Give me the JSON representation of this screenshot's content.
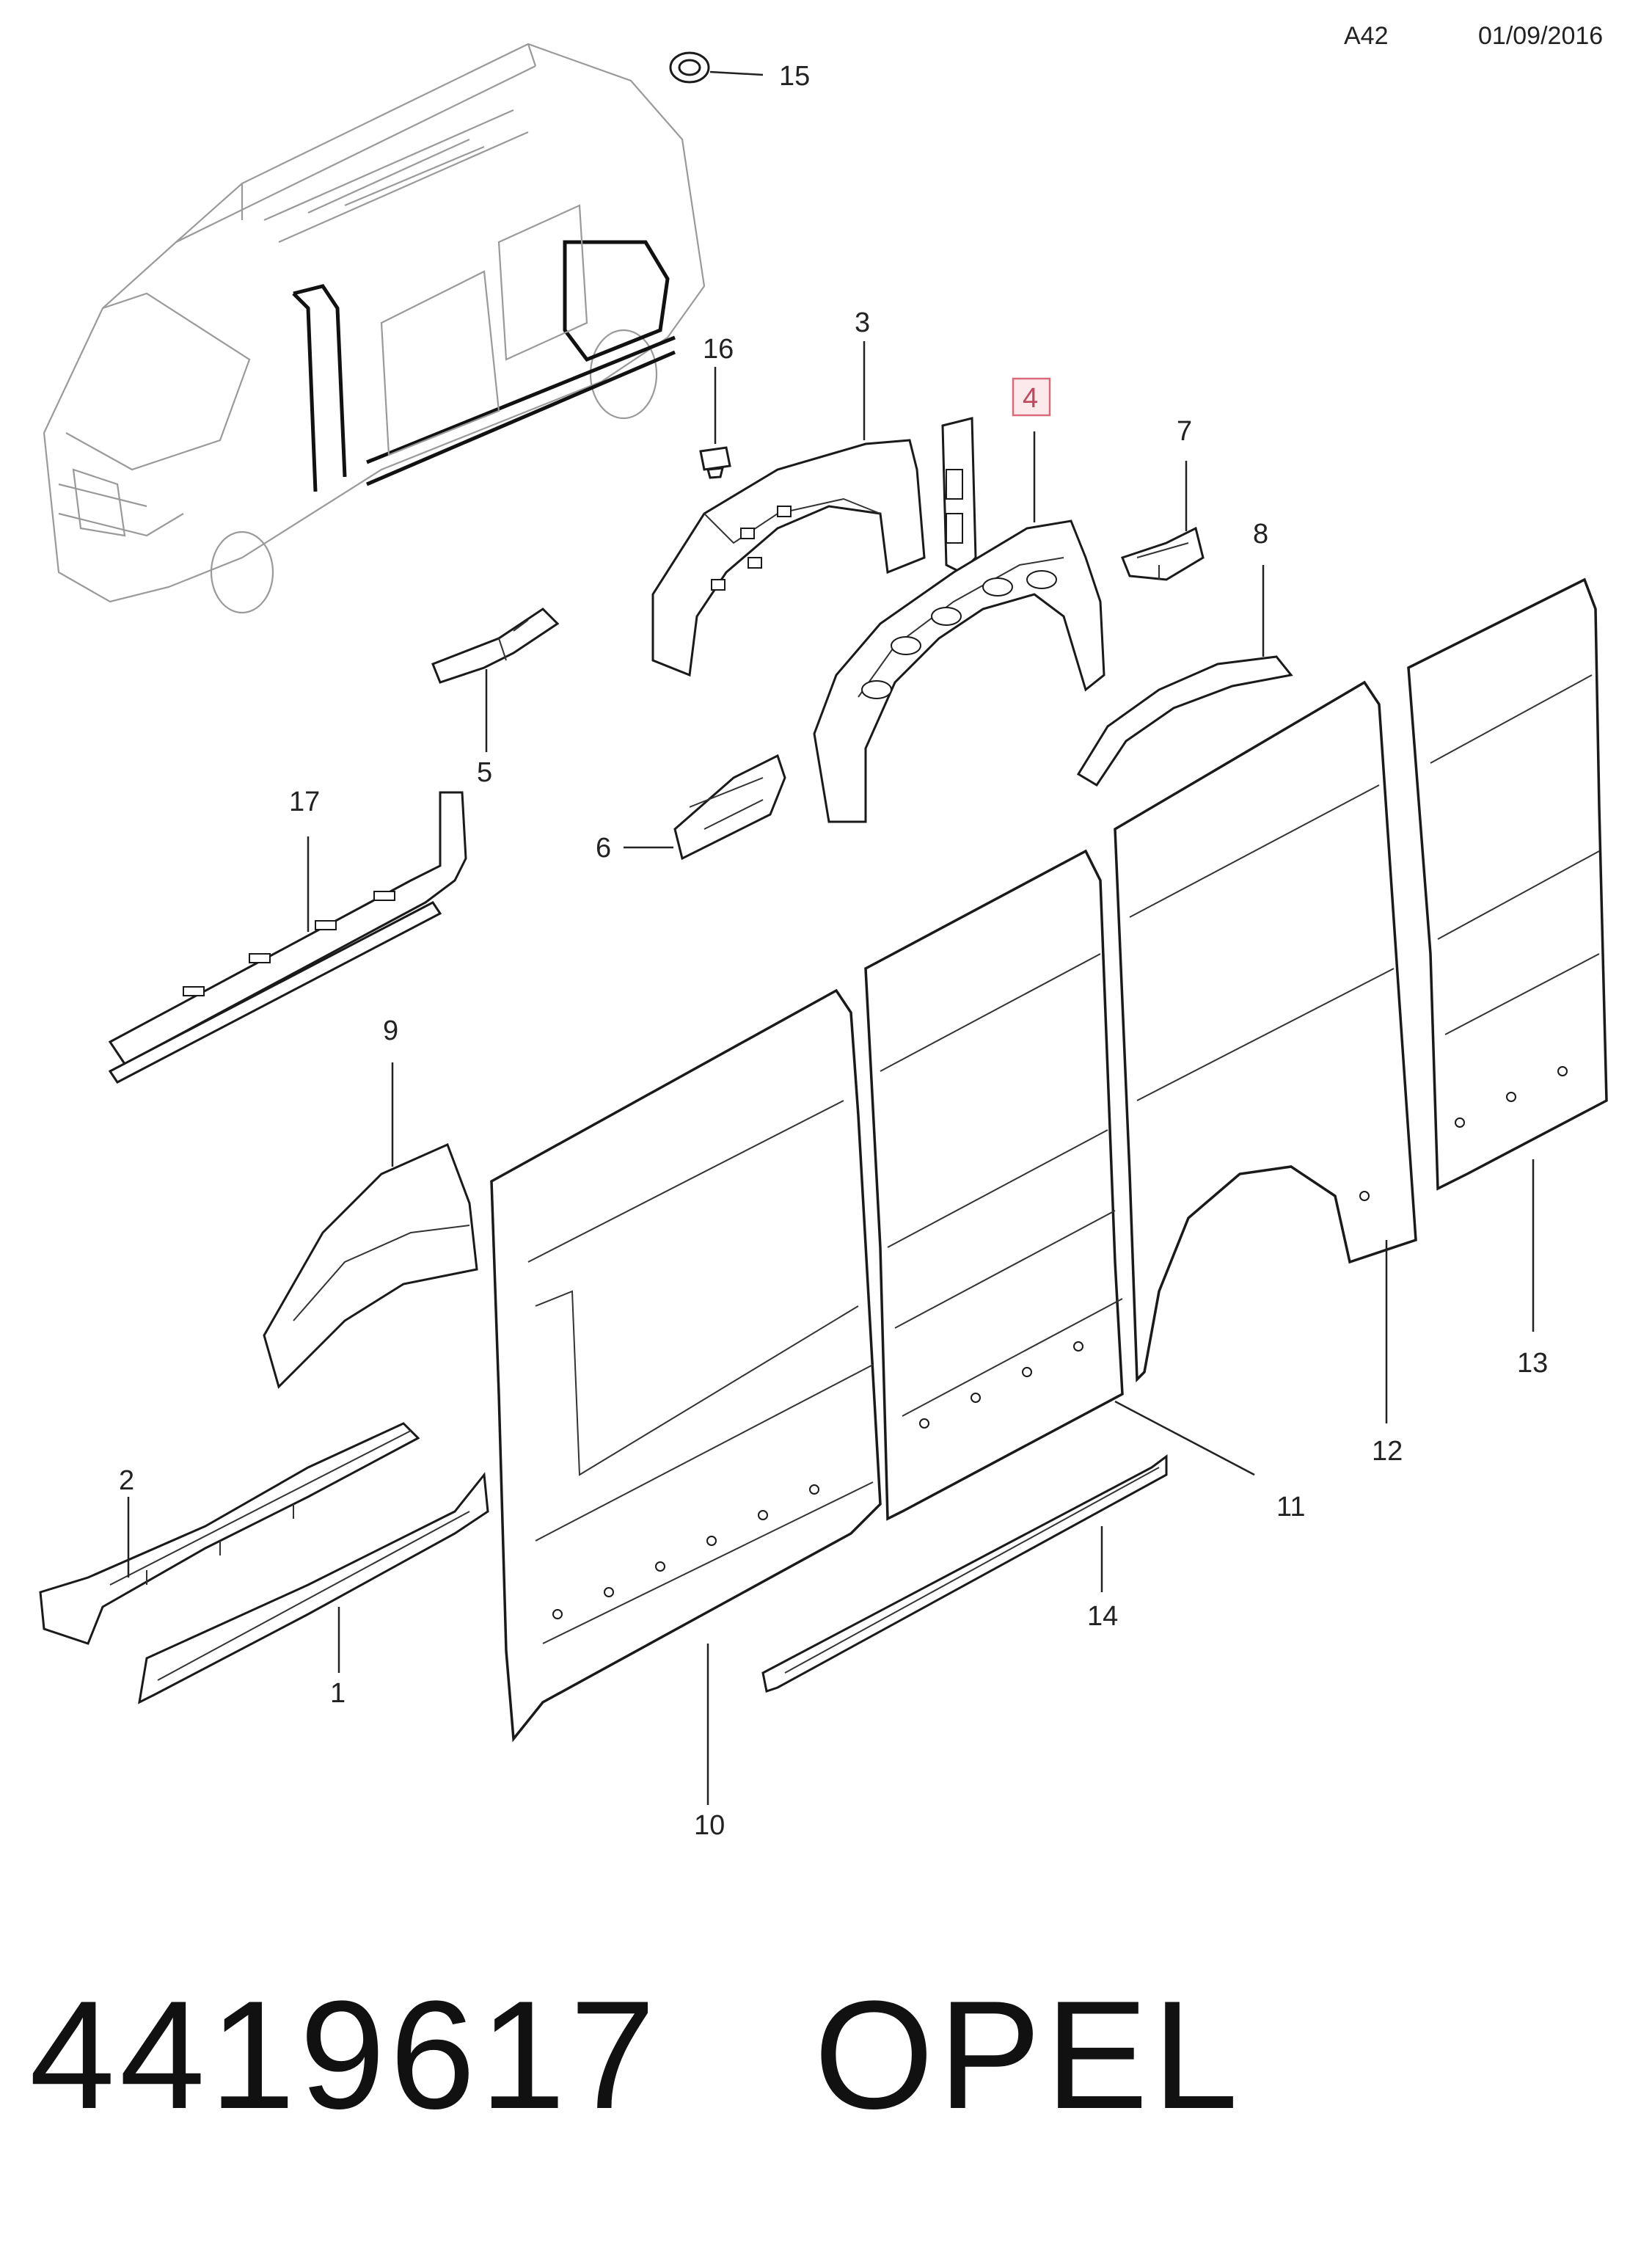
{
  "header": {
    "page_code": "A42",
    "date": "01/09/2016"
  },
  "diagram": {
    "highlighted_part": "4",
    "callouts": [
      "1",
      "2",
      "3",
      "4",
      "5",
      "6",
      "7",
      "8",
      "9",
      "10",
      "11",
      "12",
      "13",
      "14",
      "15",
      "16",
      "17"
    ]
  },
  "footer": {
    "part_number": "4419617",
    "brand": "OPEL"
  }
}
